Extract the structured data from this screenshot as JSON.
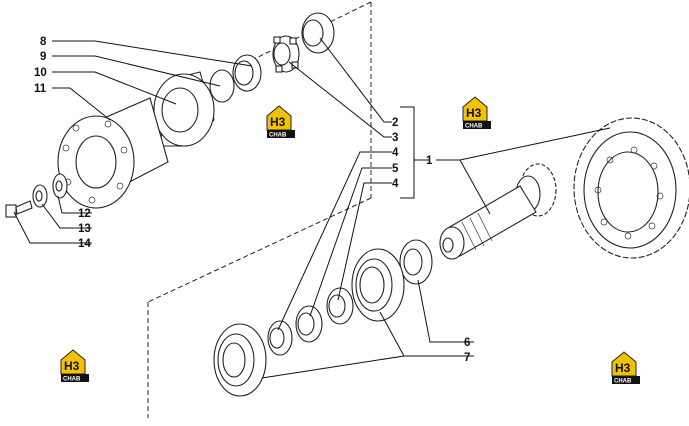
{
  "labels": {
    "p1": "1",
    "p2": "2",
    "p3": "3",
    "p4a": "4",
    "p5": "5",
    "p4b": "4",
    "p6": "6",
    "p7": "7",
    "p8": "8",
    "p9": "9",
    "p10": "10",
    "p11": "11",
    "p12": "12",
    "p13": "13",
    "p14": "14"
  },
  "watermark": {
    "mark": "H3",
    "sub": "CHAB",
    "colors": {
      "house": "#f2c200",
      "band": "#111111"
    }
  }
}
